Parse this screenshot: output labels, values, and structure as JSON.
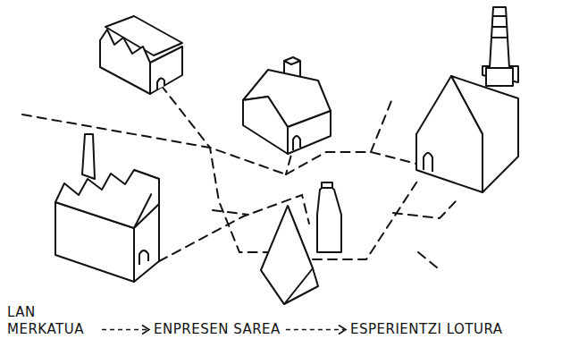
{
  "diagram": {
    "labels": [
      "LAN MERKATUA",
      "ENPRESEN SAREA",
      "ESPERIENTZI LOTURA"
    ]
  }
}
